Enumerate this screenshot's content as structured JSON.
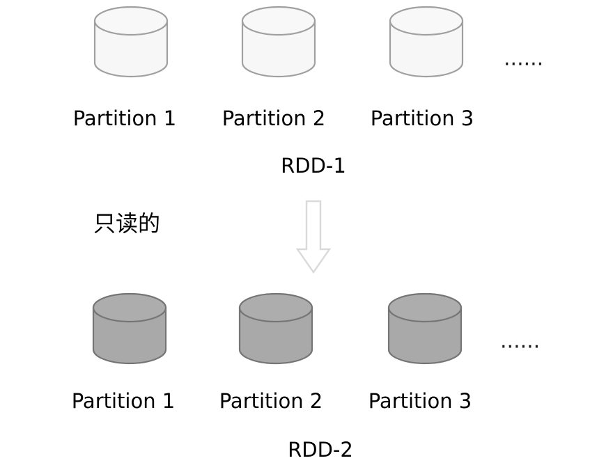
{
  "diagram": {
    "title_top": "RDD-1",
    "title_bottom": "RDD-2",
    "annotation_cn": "只读的",
    "ellipsis": "······",
    "colors": {
      "cylinder_top_fill": "#F7F7F7",
      "cylinder_top_stroke": "#A0A0A0",
      "cylinder_bottom_fill": "#A9A9A9",
      "cylinder_bottom_stroke": "#757575",
      "arrow_stroke": "#D9D9D9",
      "arrow_fill": "#FFFFFF",
      "text": "#000000",
      "background": "#FFFFFF"
    },
    "rows": [
      {
        "id": "rdd-1",
        "name": "RDD-1",
        "style": "empty",
        "partitions": [
          {
            "label": "Partition 1",
            "icon": "cylinder-icon"
          },
          {
            "label": "Partition 2",
            "icon": "cylinder-icon"
          },
          {
            "label": "Partition 3",
            "icon": "cylinder-icon"
          }
        ],
        "more": "······"
      },
      {
        "id": "rdd-2",
        "name": "RDD-2",
        "style": "filled",
        "partitions": [
          {
            "label": "Partition 1",
            "icon": "cylinder-icon"
          },
          {
            "label": "Partition 2",
            "icon": "cylinder-icon"
          },
          {
            "label": "Partition 3",
            "icon": "cylinder-icon"
          }
        ],
        "more": "······"
      }
    ],
    "connector": {
      "type": "down-arrow",
      "label": "只读的"
    }
  }
}
